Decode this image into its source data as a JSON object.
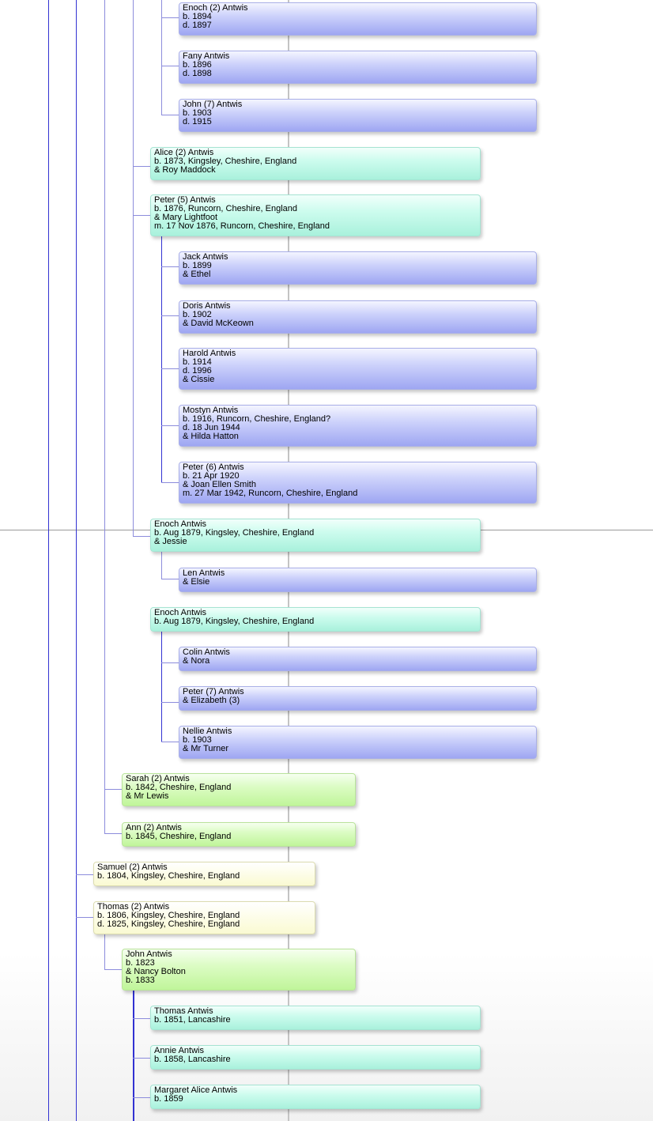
{
  "people": [
    {
      "id": "enoch2",
      "lines": [
        "Enoch (2) Antwis",
        "b. 1894",
        "d. 1897"
      ],
      "gen": 5
    },
    {
      "id": "fany",
      "lines": [
        "Fany Antwis",
        "b. 1896",
        "d. 1898"
      ],
      "gen": 5
    },
    {
      "id": "john7",
      "lines": [
        "John (7) Antwis",
        "b. 1903",
        "d. 1915"
      ],
      "gen": 5
    },
    {
      "id": "alice2",
      "lines": [
        "Alice (2) Antwis",
        "b. 1873, Kingsley, Cheshire, England",
        "& Roy Maddock"
      ],
      "gen": 4
    },
    {
      "id": "peter5",
      "lines": [
        "Peter (5) Antwis",
        "b. 1876, Runcorn, Cheshire, England",
        "& Mary Lightfoot",
        "m. 17 Nov 1876, Runcorn, Cheshire, England"
      ],
      "gen": 4
    },
    {
      "id": "jack",
      "lines": [
        "Jack Antwis",
        "b. 1899",
        "& Ethel"
      ],
      "gen": 5
    },
    {
      "id": "doris",
      "lines": [
        "Doris Antwis",
        "b. 1902",
        "& David McKeown"
      ],
      "gen": 5
    },
    {
      "id": "harold",
      "lines": [
        "Harold Antwis",
        "b. 1914",
        "d. 1996",
        "& Cissie"
      ],
      "gen": 5
    },
    {
      "id": "mostyn",
      "lines": [
        "Mostyn Antwis",
        "b. 1916, Runcorn, Cheshire, England?",
        "d. 18 Jun 1944",
        "& Hilda Hatton"
      ],
      "gen": 5
    },
    {
      "id": "peter6",
      "lines": [
        "Peter (6) Antwis",
        "b. 21 Apr 1920",
        "& Joan Ellen Smith",
        "m. 27 Mar 1942, Runcorn, Cheshire, England"
      ],
      "gen": 5
    },
    {
      "id": "enoch_a",
      "lines": [
        "Enoch Antwis",
        "b. Aug 1879, Kingsley, Cheshire, England",
        "& Jessie"
      ],
      "gen": 4
    },
    {
      "id": "len",
      "lines": [
        "Len Antwis",
        "& Elsie"
      ],
      "gen": 5
    },
    {
      "id": "enoch_b",
      "lines": [
        "Enoch Antwis",
        "b. Aug 1879, Kingsley, Cheshire, England"
      ],
      "gen": 4
    },
    {
      "id": "colin",
      "lines": [
        "Colin Antwis",
        "& Nora"
      ],
      "gen": 5
    },
    {
      "id": "peter7",
      "lines": [
        "Peter (7) Antwis",
        "& Elizabeth (3)"
      ],
      "gen": 5
    },
    {
      "id": "nellie",
      "lines": [
        "Nellie Antwis",
        "b. 1903",
        "& Mr Turner"
      ],
      "gen": 5
    },
    {
      "id": "sarah2",
      "lines": [
        "Sarah (2) Antwis",
        "b. 1842, Cheshire, England",
        "& Mr Lewis"
      ],
      "gen": 3
    },
    {
      "id": "ann2",
      "lines": [
        "Ann (2) Antwis",
        "b. 1845, Cheshire, England"
      ],
      "gen": 3
    },
    {
      "id": "samuel2",
      "lines": [
        "Samuel (2) Antwis",
        "b. 1804, Kingsley, Cheshire, England"
      ],
      "gen": 2
    },
    {
      "id": "thomas2",
      "lines": [
        "Thomas (2) Antwis",
        "b. 1806, Kingsley, Cheshire, England",
        "d. 1825, Kingsley, Cheshire, England"
      ],
      "gen": 2
    },
    {
      "id": "john",
      "lines": [
        "John Antwis",
        "b. 1823",
        "& Nancy Bolton",
        "b. 1833"
      ],
      "gen": 3
    },
    {
      "id": "thomas",
      "lines": [
        "Thomas Antwis",
        "b. 1851, Lancashire"
      ],
      "gen": 4
    },
    {
      "id": "annie",
      "lines": [
        "Annie Antwis",
        "b. 1858, Lancashire"
      ],
      "gen": 4
    },
    {
      "id": "margaret",
      "lines": [
        "Margaret Alice Antwis",
        "b. 1859"
      ],
      "gen": 4
    }
  ],
  "colors": {
    "line_blue": "#3232d2",
    "line_light": "#8c8cdc",
    "trunk_gray": "#c4c4c4",
    "gen2": "#fafad2",
    "gen3": "#c0f59a",
    "gen4": "#a9f1dc",
    "gen5": "#9ea6f2"
  }
}
